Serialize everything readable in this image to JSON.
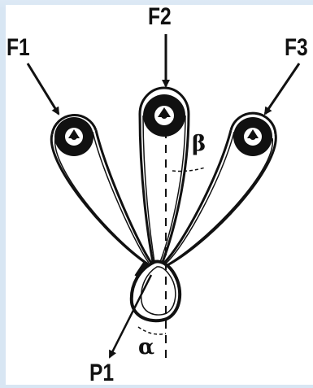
{
  "labels": {
    "f1": "F1",
    "f2": "F2",
    "f3": "F3",
    "p1": "P1",
    "alpha": "α",
    "beta": "β"
  },
  "colors": {
    "ink": "#111111",
    "background": "#ffffff",
    "window_frame": "#dde9f5"
  }
}
